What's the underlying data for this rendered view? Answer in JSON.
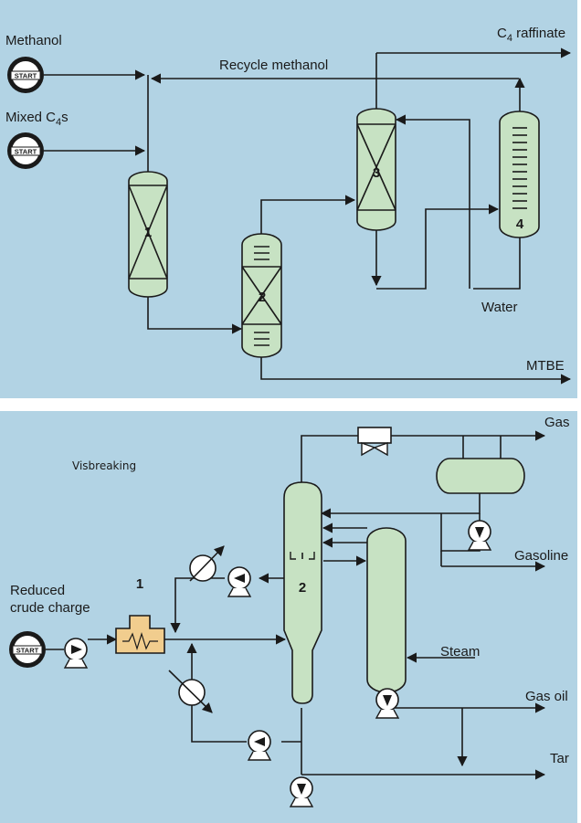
{
  "diagram_top": {
    "labels": {
      "methanol": "Methanol",
      "mixed_c4s": "Mixed C",
      "mixed_c4s_sub": "4",
      "mixed_c4s_suffix": "s",
      "c4_raffinate": "C",
      "c4_raffinate_sub": "4",
      "c4_raffinate_suffix": " raffinate",
      "recycle_methanol": "Recycle methanol",
      "water": "Water",
      "mtbe": "MTBE"
    },
    "start_badge": "START",
    "units": [
      "1",
      "2",
      "3",
      "4"
    ]
  },
  "diagram_bottom": {
    "title": "Visbreaking",
    "labels": {
      "reduced_crude_line1": "Reduced",
      "reduced_crude_line2": "crude charge",
      "gas": "Gas",
      "gasoline": "Gasoline",
      "steam": "Steam",
      "gas_oil": "Gas oil",
      "tar": "Tar"
    },
    "start_badge": "START",
    "units": [
      "1",
      "2"
    ]
  },
  "colors": {
    "panel_bg": "#b2d3e4",
    "vessel_fill": "#c7e2c3",
    "heater_fill": "#f1cd8e",
    "line": "#1a1a1a"
  }
}
